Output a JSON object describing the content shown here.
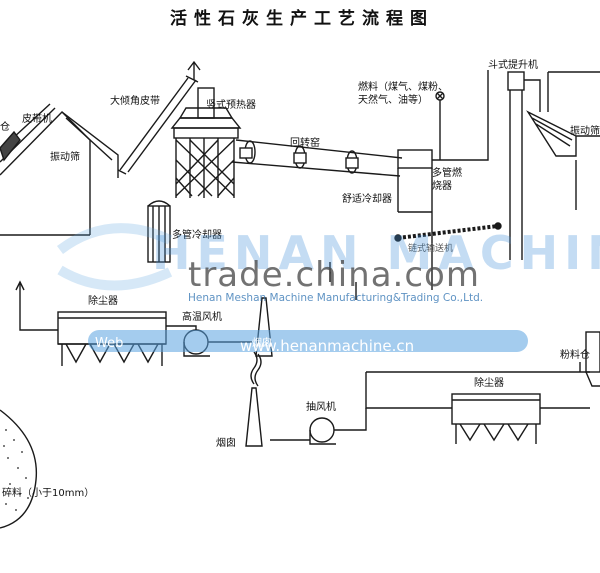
{
  "title": "活性石灰生产工艺流程图",
  "labels": {
    "belt_conveyor": "皮带机",
    "vibrating_screen_left": "振动筛",
    "large_incline_belt": "大倾角皮带",
    "shaft_preheater": "竖式预热器",
    "rotary_kiln": "回转窑",
    "fuel_line1": "燃料（煤气、煤粉、",
    "fuel_line2": "天然气、油等）",
    "multi_burner_line1": "多管燃",
    "multi_burner_line2": "烧器",
    "bucket_elevator": "斗式提升机",
    "vibrating_screen_right": "振动筛",
    "cooler": "舒适冷却器",
    "chain_conveyor": "链式输送机",
    "multi_tube_cooler": "多管冷却器",
    "dust_collector_left": "除尘器",
    "high_temp_fan": "高温风机",
    "chimney_left": "烟囱",
    "powder_silo": "粉料仓",
    "dust_collector_right": "除尘器",
    "exhaust_fan": "抽风机",
    "chimney_bottom": "烟囱",
    "crushed_material": "碎料（小于10mm）",
    "edge_left": "仓"
  },
  "watermarks": {
    "logo": "HENAN MACHINE",
    "trade": "trade.china.com",
    "company": "Henan Meshan Machine Manufacturing&Trading Co.,Ltd.",
    "url": "www.henanmachine.cn",
    "web": "Web"
  },
  "colors": {
    "ink": "#1a1a1a",
    "watermark_band": "#5aa3e0"
  }
}
